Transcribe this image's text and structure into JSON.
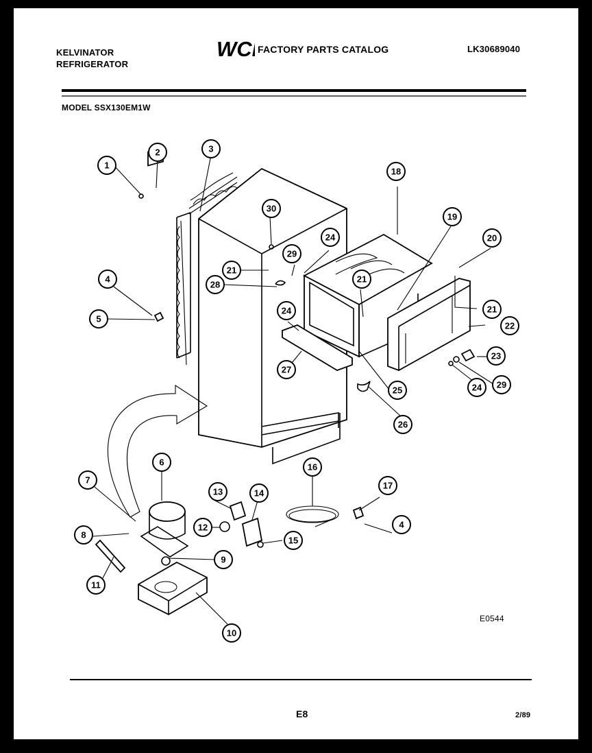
{
  "header": {
    "brand_line1": "KELVINATOR",
    "brand_line2": "REFRIGERATOR",
    "logo_text": "WCI",
    "catalog_title": "FACTORY PARTS CATALOG",
    "doc_number": "LK30689040",
    "model": "MODEL SSX130EM1W"
  },
  "diagram": {
    "code": "E0544",
    "callouts": [
      "1",
      "2",
      "3",
      "4",
      "5",
      "6",
      "7",
      "8",
      "9",
      "10",
      "11",
      "12",
      "13",
      "14",
      "15",
      "16",
      "17",
      "4",
      "18",
      "19",
      "20",
      "21",
      "22",
      "23",
      "24",
      "29",
      "21",
      "24",
      "25",
      "26",
      "27",
      "28",
      "21",
      "29",
      "24",
      "30"
    ]
  },
  "footer": {
    "page": "E8",
    "date": "2/89"
  },
  "colors": {
    "ink": "#000000",
    "paper": "#ffffff",
    "frame": "#000000"
  }
}
